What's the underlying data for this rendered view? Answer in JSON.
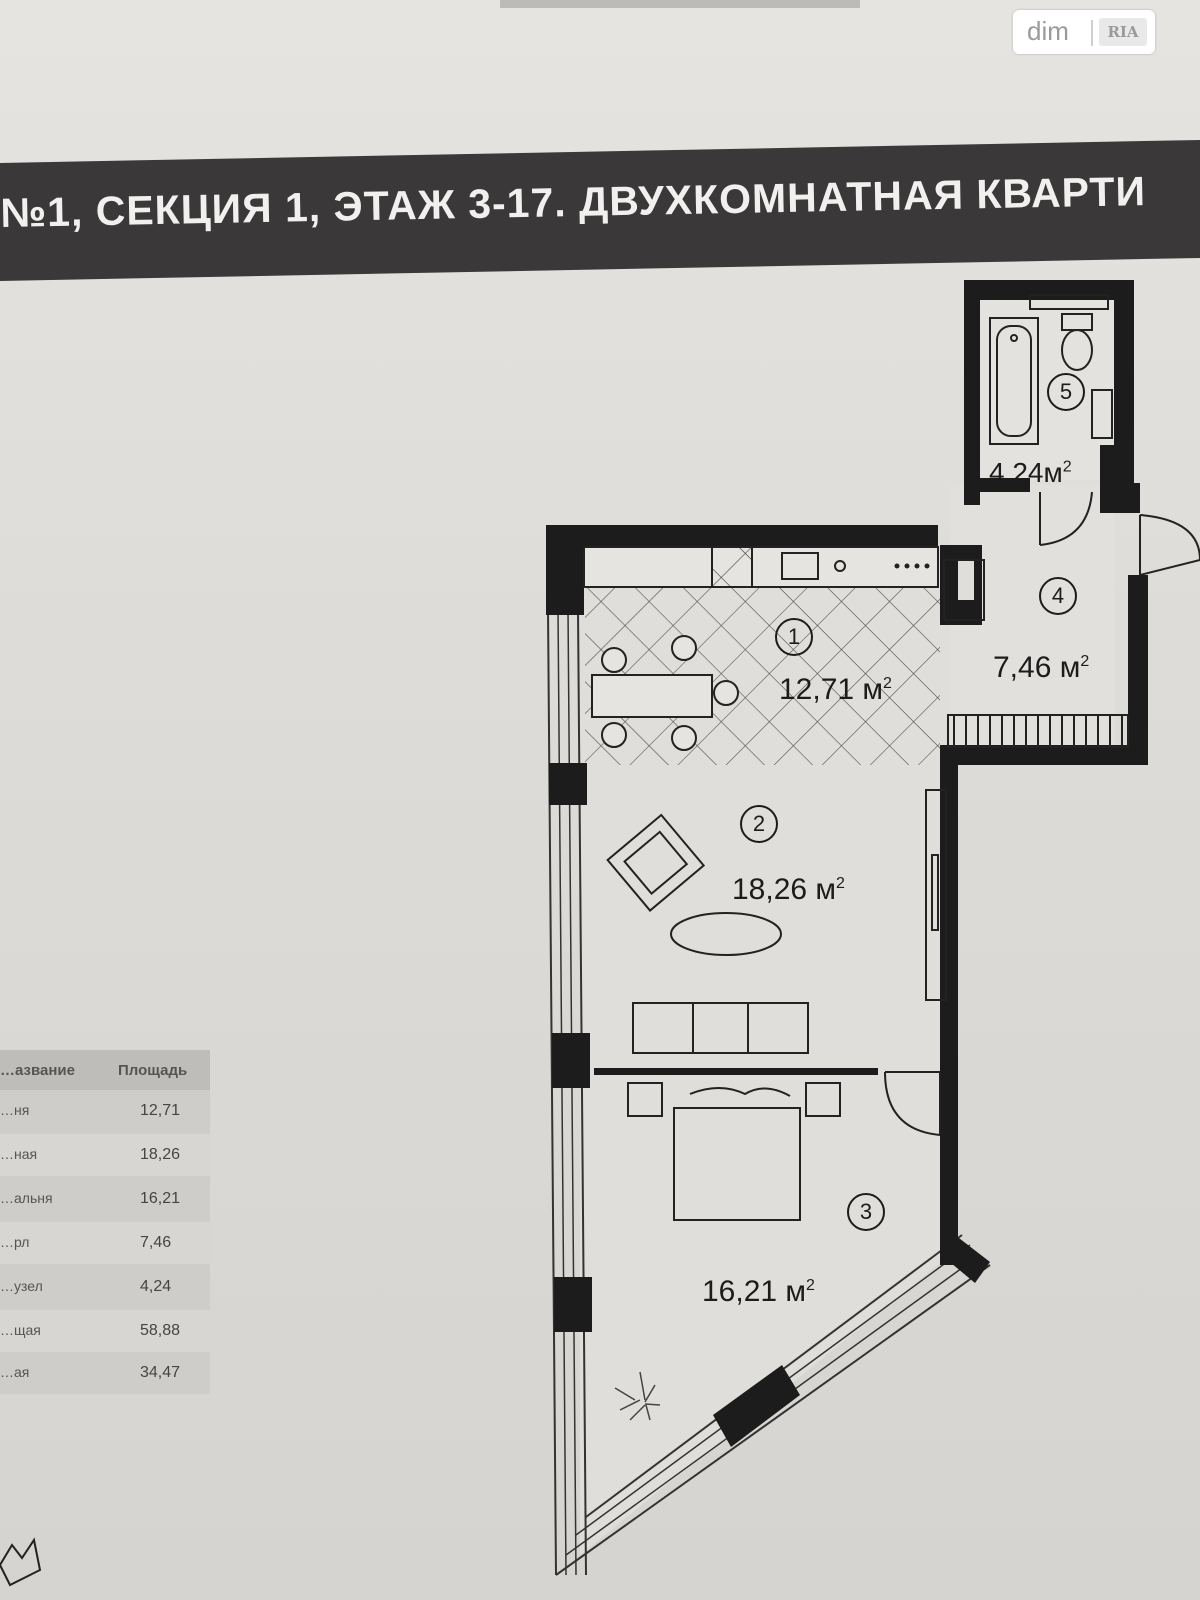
{
  "banner": {
    "title": "№1, СЕКЦИЯ 1, ЭТАЖ 3-17. ДВУХКОМНАТНАЯ КВАРТИ"
  },
  "watermark": {
    "dim": "dim",
    "ria": "RIA"
  },
  "rooms": [
    {
      "num": "1",
      "area": "12,71 м"
    },
    {
      "num": "2",
      "area": "18,26 м"
    },
    {
      "num": "3",
      "area": "16,21 м"
    },
    {
      "num": "4",
      "area": "7,46 м"
    },
    {
      "num": "5",
      "area": "4,24м"
    }
  ],
  "unit_sup": "2",
  "legend": {
    "header_name": "…азвание",
    "header_area": "Площадь",
    "rows": [
      {
        "name": "…ня",
        "value": "12,71"
      },
      {
        "name": "…ная",
        "value": "18,26"
      },
      {
        "name": "…альня",
        "value": "16,21"
      },
      {
        "name": "…рл",
        "value": "7,46"
      },
      {
        "name": "…узел",
        "value": "4,24"
      },
      {
        "name": "…щая",
        "value": "58,88"
      },
      {
        "name": "…ая",
        "value": "34,47"
      }
    ]
  },
  "colors": {
    "wall": "#1c1c1c",
    "banner": "#3a3839",
    "paper": "#dedcd8"
  }
}
